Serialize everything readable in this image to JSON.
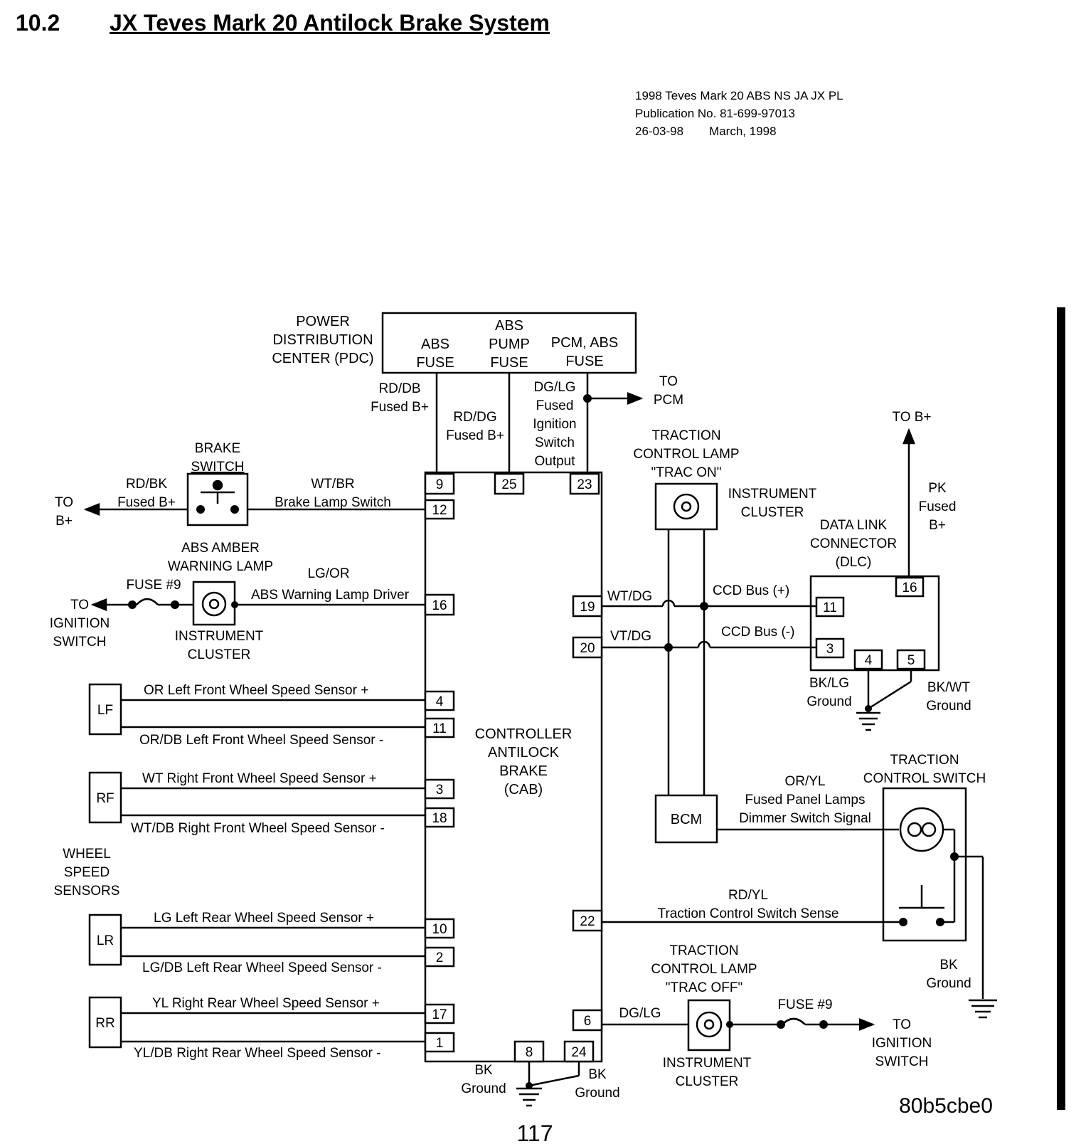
{
  "header": {
    "section_number": "10.2",
    "title": "JX Teves Mark 20 Antilock Brake System"
  },
  "publication": {
    "line1": "1998 Teves Mark 20 ABS NS JA JX PL",
    "line2": "Publication No. 81-699-97013",
    "date_code": "26-03-98",
    "date": "March, 1998"
  },
  "pdc": {
    "label": [
      "POWER",
      "DISTRIBUTION",
      "CENTER (PDC)"
    ],
    "fuse_abs": [
      "ABS",
      "FUSE"
    ],
    "fuse_pump": [
      "ABS",
      "PUMP",
      "FUSE"
    ],
    "fuse_pcm": [
      "PCM, ABS",
      "FUSE"
    ]
  },
  "feeds": {
    "rd_db": [
      "RD/DB",
      "Fused B+"
    ],
    "rd_dg": [
      "RD/DG",
      "Fused B+"
    ],
    "dg_lg": [
      "DG/LG",
      "Fused",
      "Ignition",
      "Switch",
      "Output"
    ],
    "to_pcm": [
      "TO",
      "PCM"
    ]
  },
  "cab": {
    "label": [
      "CONTROLLER",
      "ANTILOCK",
      "BRAKE",
      "(CAB)"
    ],
    "pins": {
      "p9": "9",
      "p25": "25",
      "p23": "23",
      "p12": "12",
      "p16": "16",
      "p4": "4",
      "p11": "11",
      "p3": "3",
      "p18": "18",
      "p10": "10",
      "p2": "2",
      "p17": "17",
      "p1": "1",
      "p8": "8",
      "p24": "24",
      "p19": "19",
      "p20": "20",
      "p22": "22",
      "p6": "6"
    }
  },
  "brake_switch": {
    "label": [
      "BRAKE",
      "SWITCH"
    ],
    "in_wire": [
      "RD/BK",
      "Fused B+"
    ],
    "out_wire": [
      "WT/BR",
      "Brake Lamp Switch"
    ],
    "to": [
      "TO",
      "B+"
    ]
  },
  "abs_lamp": {
    "label": [
      "ABS AMBER",
      "WARNING LAMP"
    ],
    "fuse": "FUSE #9",
    "wire": [
      "LG/OR",
      "ABS Warning Lamp Driver"
    ],
    "to": [
      "TO",
      "IGNITION",
      "SWITCH"
    ],
    "cluster": [
      "INSTRUMENT",
      "CLUSTER"
    ]
  },
  "sensors": {
    "title": [
      "WHEEL",
      "SPEED",
      "SENSORS"
    ],
    "lf": {
      "name": "LF",
      "plus": "OR  Left Front Wheel Speed Sensor +",
      "minus": "OR/DB  Left Front Wheel Speed Sensor -"
    },
    "rf": {
      "name": "RF",
      "plus": "WT  Right Front Wheel Speed Sensor +",
      "minus": "WT/DB  Right Front Wheel Speed Sensor -"
    },
    "lr": {
      "name": "LR",
      "plus": "LG  Left Rear Wheel Speed Sensor +",
      "minus": "LG/DB  Left Rear Wheel Speed Sensor -"
    },
    "rr": {
      "name": "RR",
      "plus": "YL  Right Rear Wheel Speed Sensor +",
      "minus": "YL/DB  Right Rear Wheel Speed Sensor -"
    }
  },
  "bottom_ground": {
    "left": [
      "BK",
      "Ground"
    ],
    "right": [
      "BK",
      "Ground"
    ]
  },
  "trac_on_lamp": {
    "label": [
      "TRACTION",
      "CONTROL LAMP",
      "\"TRAC ON\""
    ],
    "cluster": [
      "INSTRUMENT",
      "CLUSTER"
    ]
  },
  "ccd": {
    "wire19": "WT/DG",
    "wire20": "VT/DG",
    "bus_plus": "CCD Bus (+)",
    "bus_minus": "CCD Bus (-)"
  },
  "dlc": {
    "label": [
      "DATA LINK",
      "CONNECTOR",
      "(DLC)"
    ],
    "pins": {
      "p16": "16",
      "p11": "11",
      "p3": "3",
      "p4": "4",
      "p5": "5"
    },
    "to_b": "TO B+",
    "pk": [
      "PK",
      "Fused",
      "B+"
    ],
    "gnd_left": [
      "BK/LG",
      "Ground"
    ],
    "gnd_right": [
      "BK/WT",
      "Ground"
    ]
  },
  "bcm": {
    "label": "BCM",
    "wire": [
      "OR/YL",
      "Fused Panel Lamps",
      "Dimmer Switch Signal"
    ]
  },
  "tcs": {
    "label": [
      "TRACTION",
      "CONTROL SWITCH"
    ],
    "sense": [
      "RD/YL",
      "Traction Control Switch Sense"
    ],
    "ground": [
      "BK",
      "Ground"
    ]
  },
  "trac_off_lamp": {
    "label": [
      "TRACTION",
      "CONTROL LAMP",
      "\"TRAC OFF\""
    ],
    "wire": "DG/LG",
    "fuse": "FUSE #9",
    "to": [
      "TO",
      "IGNITION",
      "SWITCH"
    ],
    "cluster": [
      "INSTRUMENT",
      "CLUSTER"
    ]
  },
  "footer": {
    "code": "80b5cbe0",
    "page": "117"
  }
}
